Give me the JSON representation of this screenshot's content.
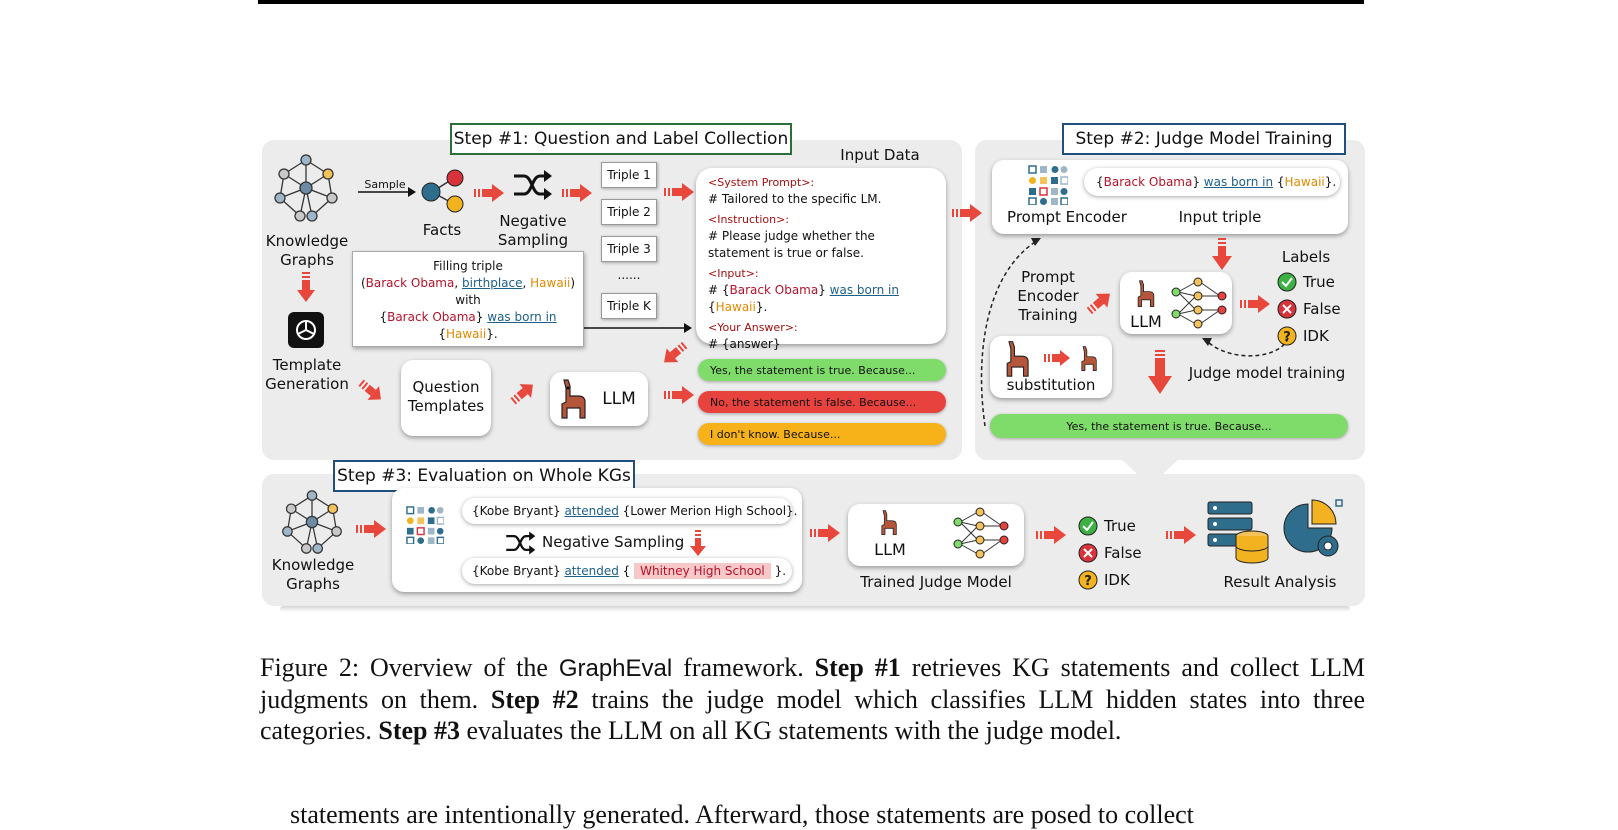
{
  "figure": {
    "step1": {
      "title": "Step #1: Question and Label Collection",
      "kg_label": "Knowledge Graphs",
      "sample_label": "Sample",
      "facts_label": "Facts",
      "neg_sampling_label": "Negative Sampling",
      "triples": [
        "Triple 1",
        "Triple 2",
        "Triple 3",
        "......",
        "Triple K"
      ],
      "filling": {
        "title": "Filling triple",
        "triple_subject": "Barack Obama",
        "triple_relation": "birthplace",
        "triple_object": "Hawaii",
        "with_word": "with",
        "stmt_subject": "Barack Obama",
        "stmt_relation": "was born in",
        "stmt_object": "Hawaii"
      },
      "template_gen_label": "Template Generation",
      "question_templates_label": "Question Templates",
      "llm_label": "LLM",
      "input_data": {
        "title": "Input Data",
        "system_prompt_tag": "<System Prompt>:",
        "system_prompt": "# Tailored to the specific LM.",
        "instruction_tag": "<Instruction>:",
        "instruction": "# Please judge whether the statement is true or false.",
        "input_tag": "<Input>:",
        "input_subject": "Barack Obama",
        "input_relation": "was born in",
        "input_object": "Hawaii",
        "answer_tag": "<Your Answer>:",
        "answer": "# {answer}"
      },
      "responses": [
        "Yes, the statement is true. Because...",
        "No, the statement is false. Because...",
        "I don't know. Because..."
      ]
    },
    "step2": {
      "title": "Step #2: Judge Model Training",
      "prompt_encoder_label": "Prompt Encoder",
      "input_triple_label": "Input triple",
      "triple_subject": "Barack Obama",
      "triple_relation": "was born in",
      "triple_object": "Hawaii",
      "prompt_encoder_training_label": "Prompt Encoder Training",
      "llm_label": "LLM",
      "labels_title": "Labels",
      "labels": [
        "True",
        "False",
        "IDK"
      ],
      "substitution_label": "substitution",
      "judge_training_label": "Judge model training",
      "response": "Yes, the statement is true. Because..."
    },
    "step3": {
      "title": "Step #3: Evaluation on Whole KGs",
      "kg_label": "Knowledge Graphs",
      "statement1_subject": "Kobe Bryant",
      "statement1_relation": "attended",
      "statement1_object": "Lower Merion High School",
      "neg_sampling_label": "Negative Sampling",
      "statement2_subject": "Kobe Bryant",
      "statement2_relation": "attended",
      "statement2_object": "Whitney High School",
      "llm_label": "LLM",
      "trained_judge_label": "Trained Judge Model",
      "labels": [
        "True",
        "False",
        "IDK"
      ],
      "result_label": "Result Analysis"
    }
  },
  "caption": {
    "prefix": "Figure 2: Overview of the",
    "framework": "GraphEval",
    "mid1": "framework.",
    "step1": "Step #1",
    "text1": "retrieves KG statements and collect LLM judgments on them.",
    "step2": "Step #2",
    "text2": "trains the judge model which classifies LLM hidden states into three categories.",
    "step3": "Step #3",
    "text3": "evaluates the LLM on all KG statements with the judge model."
  },
  "body_text": "statements are intentionally generated. Afterward, those statements are posed to collect",
  "colors": {
    "true_green": "#3cb043",
    "false_red": "#d8333a",
    "idk_yellow": "#f3b320",
    "pill_green": "#7fdc6a",
    "pill_red": "#e8423f",
    "pill_yellow": "#f7b21a",
    "arrow_red": "#e8473c"
  }
}
